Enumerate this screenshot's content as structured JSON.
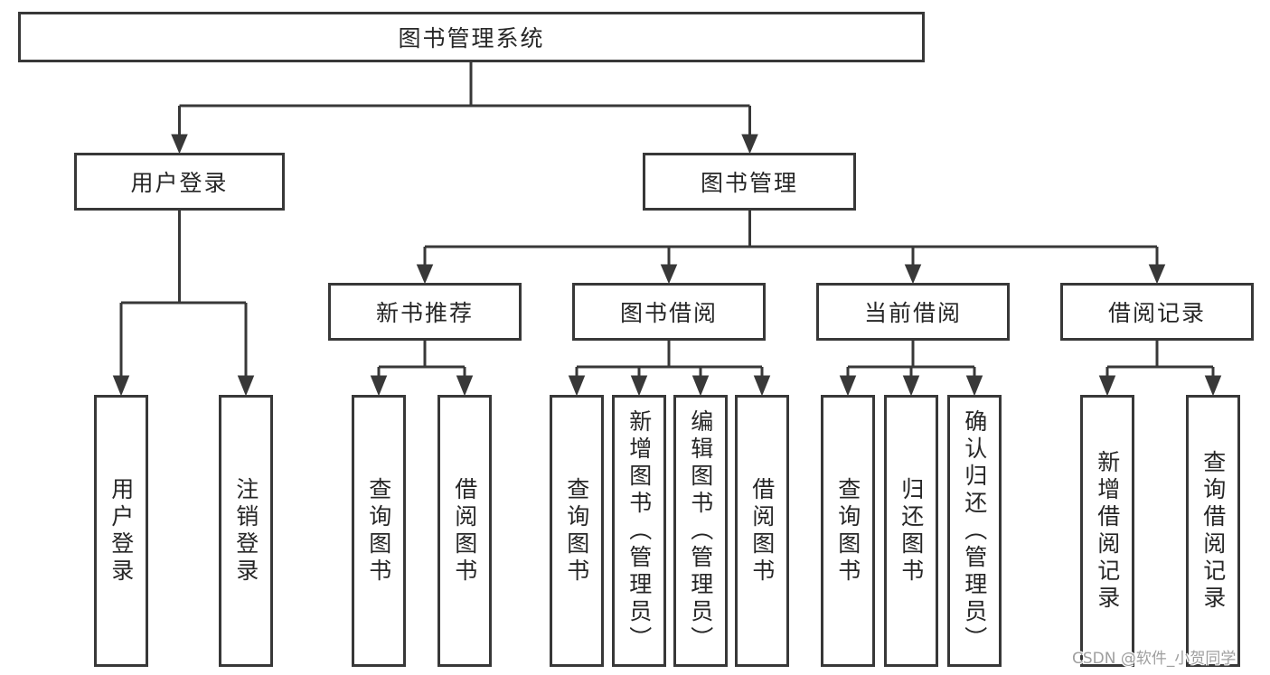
{
  "colors": {
    "line": "#383838",
    "box_border": "#383838",
    "label_text": "#262626",
    "watermark_text": "#9f9f9f",
    "background": "#ffffff"
  },
  "tree": {
    "root": {
      "label": "图书管理系统"
    },
    "branches": [
      {
        "label": "用户登录",
        "children": [
          {
            "label": "用户登录"
          },
          {
            "label": "注销登录"
          }
        ]
      },
      {
        "label": "图书管理",
        "children": [
          {
            "label": "新书推荐",
            "children": [
              {
                "label": "查询图书"
              },
              {
                "label": "借阅图书"
              }
            ]
          },
          {
            "label": "图书借阅",
            "children": [
              {
                "label": "查询图书"
              },
              {
                "label": "新增图书（管理员）"
              },
              {
                "label": "编辑图书（管理员）"
              },
              {
                "label": "借阅图书"
              }
            ]
          },
          {
            "label": "当前借阅",
            "children": [
              {
                "label": "查询图书"
              },
              {
                "label": "归还图书"
              },
              {
                "label": "确认归还（管理员）"
              }
            ]
          },
          {
            "label": "借阅记录",
            "children": [
              {
                "label": "新增借阅记录"
              },
              {
                "label": "查询借阅记录"
              }
            ]
          }
        ]
      }
    ]
  },
  "watermark": {
    "text": "CSDN @软件_小贺同学"
  }
}
